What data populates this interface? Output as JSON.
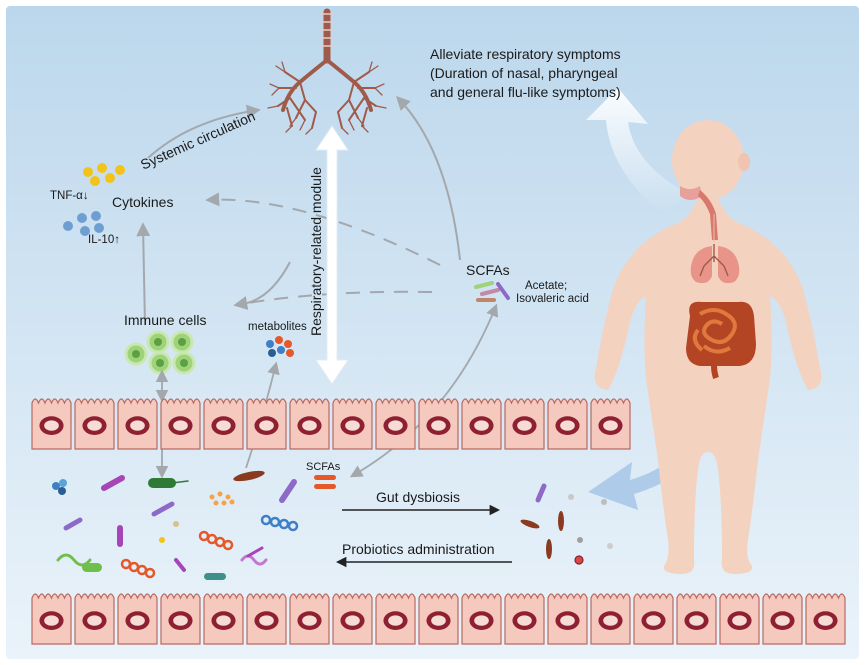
{
  "labels": {
    "alleviate_title": "Alleviate respiratory symptoms",
    "alleviate_line2": "(Duration of nasal, pharyngeal",
    "alleviate_line3": "and general flu-like symptoms)",
    "systemic_circulation": "Systemic circulation",
    "cytokines": "Cytokines",
    "tnf": "TNF-α↓",
    "il10": "IL-10↑",
    "respiratory_module": "Respiratory-related module",
    "scfas_upper": "SCFAs",
    "acetate": "Acetate;",
    "isovaleric": "Isovaleric acid",
    "immune_cells": "Immune cells",
    "metabolites": "metabolites",
    "scfas_gut": "SCFAs",
    "gut_dysbiosis": "Gut dysbiosis",
    "probiotics": "Probiotics administration"
  },
  "colors": {
    "background_top": "#bcd7ec",
    "background_bottom": "#e9f2f9",
    "cell_fill": "#f6c9bf",
    "cell_border": "#b86a62",
    "nucleus": "#8e2032",
    "lung": "#a05a4a",
    "skin": "#f4d2c0",
    "arrow_gray": "#a3a8ad",
    "cytokine_yellow": "#f2c318",
    "cytokine_blue": "#6f9fd1",
    "immune_green": "#9ed37a",
    "scfa_orange": "#e5582a"
  },
  "icons": [
    "lung-airway-icon",
    "child-body-icon",
    "intestine-icon",
    "bacteria-icon",
    "immune-cell-icon",
    "cytokine-dots-icon",
    "epithelial-cell-icon"
  ]
}
